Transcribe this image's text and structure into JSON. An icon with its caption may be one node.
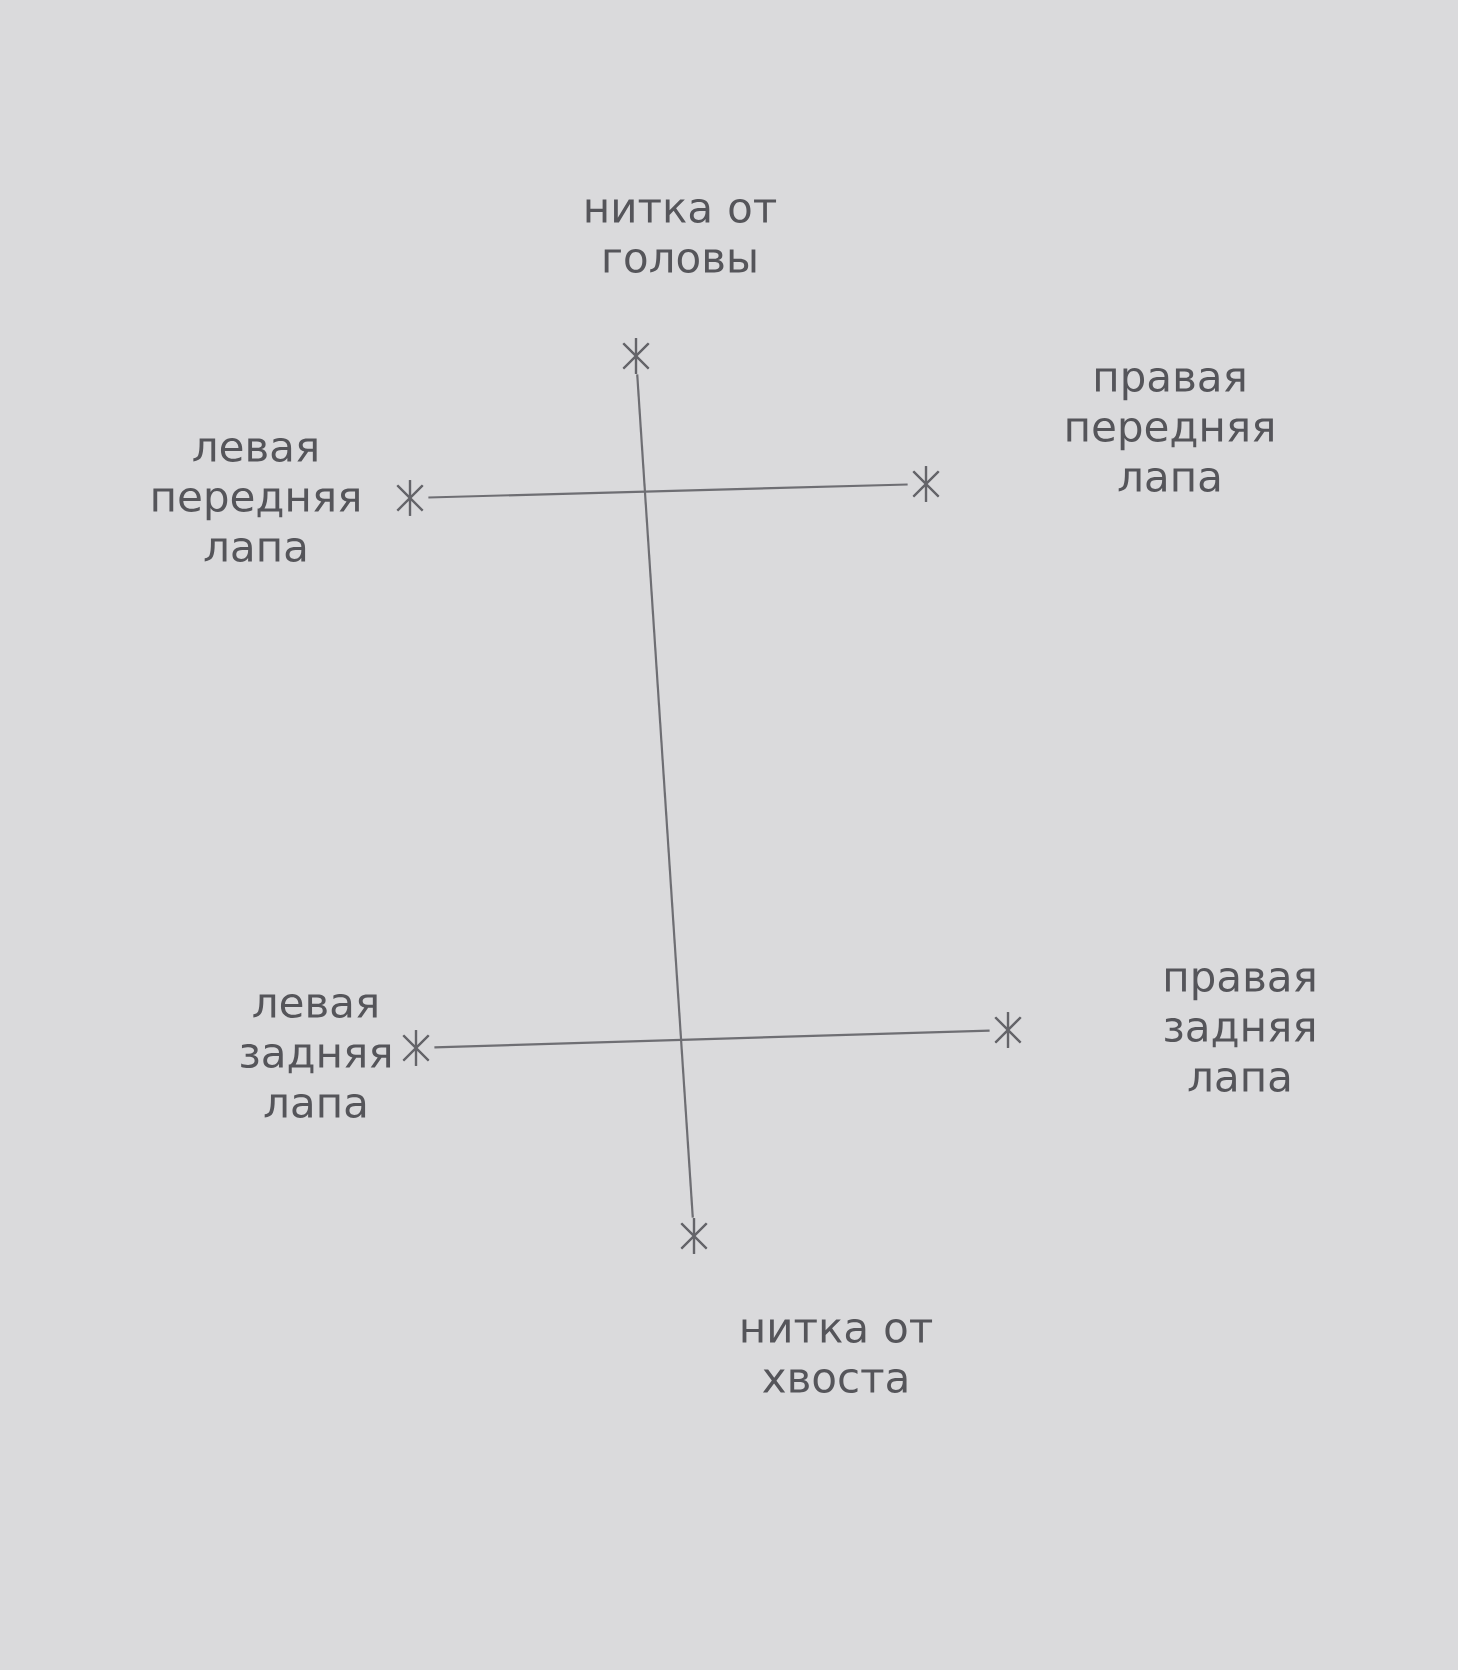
{
  "diagram": {
    "nodes": [
      {
        "text": [],
        "shape": "star",
        "beside": [
          "нитка от головы"
        ]
      },
      {
        "text": [],
        "shape": "star",
        "beside": [
          "левая передняя лапа"
        ]
      },
      {
        "text": [],
        "shape": "star",
        "beside": [
          "правая передняя лапа"
        ]
      },
      {
        "text": [],
        "shape": "star",
        "beside": [
          "левая задняя лапа"
        ]
      },
      {
        "text": [],
        "shape": "star",
        "beside": [
          "правая задняя лапа"
        ]
      },
      {
        "text": [],
        "shape": "star",
        "beside": [
          "нитка от хвоста"
        ]
      }
    ],
    "edges": [
      {
        "from": 0,
        "to": 5,
        "arrow": "none"
      },
      {
        "from": 1,
        "to": 2,
        "arrow": "none"
      },
      {
        "from": 3,
        "to": 4,
        "arrow": "none"
      }
    ]
  }
}
